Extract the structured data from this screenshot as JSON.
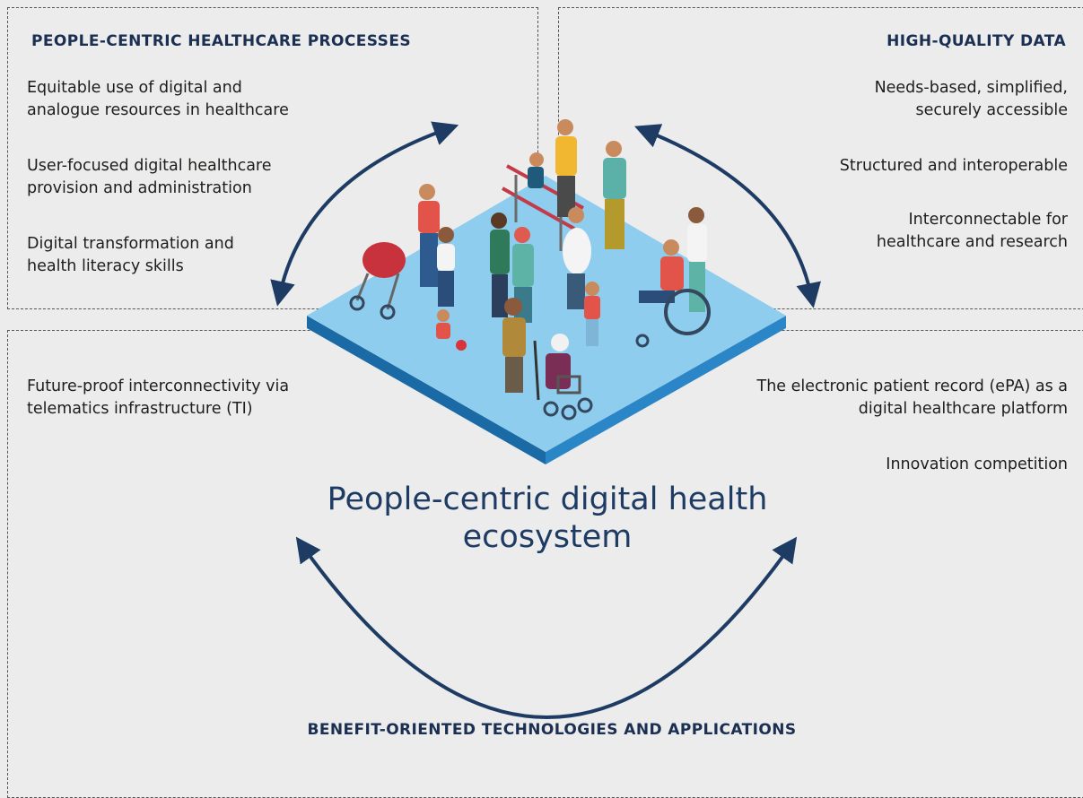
{
  "top_left": {
    "heading": "PEOPLE-CENTRIC HEALTHCARE PROCESSES",
    "items": [
      "Equitable use of digital and analogue resources in healthcare",
      "User-focused digital healthcare provision and administration",
      "Digital transformation and health literacy skills"
    ]
  },
  "top_right": {
    "heading": "HIGH-QUALITY DATA",
    "items": [
      "Needs-based, simplified, securely accessible",
      "Structured and interoperable",
      "Interconnectable for healthcare and research"
    ]
  },
  "bottom_left": {
    "items": [
      "Future-proof interconnectivity via telematics infrastructure (TI)"
    ]
  },
  "bottom_right": {
    "items": [
      "The electronic patient record (ePA) as a digital healthcare platform",
      "Innovation competition"
    ]
  },
  "bottom": {
    "heading": "BENEFIT-ORIENTED TECHNOLOGIES AND APPLICATIONS"
  },
  "center": {
    "title": "People-centric digital health ecosystem"
  },
  "colors": {
    "background": "#ececec",
    "arrow": "#1d3b63",
    "platform_top": "#8ecdee",
    "platform_side": "#1f79b8"
  },
  "illustration": {
    "icon": "people-on-platform-illustration"
  }
}
